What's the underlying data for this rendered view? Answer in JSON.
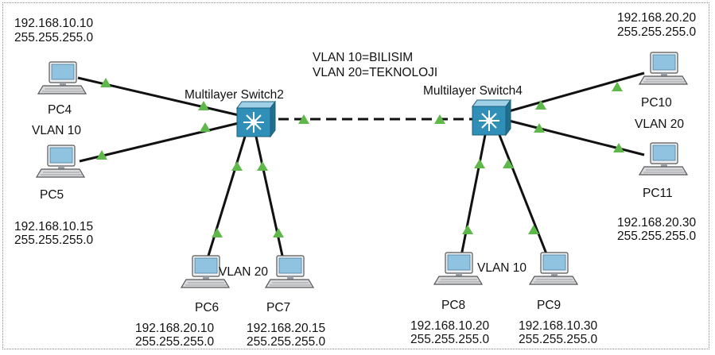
{
  "legend": {
    "vlan10": "VLAN 10=BILISIM",
    "vlan20": "VLAN 20=TEKNOLOJI"
  },
  "switches": {
    "switch2": {
      "name": "Multilayer Switch2"
    },
    "switch4": {
      "name": "Multilayer Switch4"
    }
  },
  "pcs": {
    "pc4": {
      "name": "PC4",
      "ip": "192.168.10.10",
      "mask": "255.255.255.0"
    },
    "pc5": {
      "name": "PC5",
      "ip": "192.168.10.15",
      "mask": "255.255.255.0"
    },
    "pc6": {
      "name": "PC6",
      "ip": "192.168.20.10",
      "mask": "255.255.255.0"
    },
    "pc7": {
      "name": "PC7",
      "ip": "192.168.20.15",
      "mask": "255.255.255.0"
    },
    "pc8": {
      "name": "PC8",
      "ip": "192.168.10.20",
      "mask": "255.255.255.0"
    },
    "pc9": {
      "name": "PC9",
      "ip": "192.168.10.30",
      "mask": "255.255.255.0"
    },
    "pc10": {
      "name": "PC10",
      "ip": "192.168.20.20",
      "mask": "255.255.255.0"
    },
    "pc11": {
      "name": "PC11",
      "ip": "192.168.20.30",
      "mask": "255.255.255.0"
    }
  },
  "vlan_labels": {
    "left_pair": "VLAN 10",
    "bottom_left_pair": "VLAN 20",
    "bottom_right_pair": "VLAN 10",
    "right_pair": "VLAN 20"
  },
  "colors": {
    "link": "#111111",
    "link_up": "#5fb84a",
    "switch": "#2f8fb6",
    "pc_screen": "#8fc3df"
  }
}
